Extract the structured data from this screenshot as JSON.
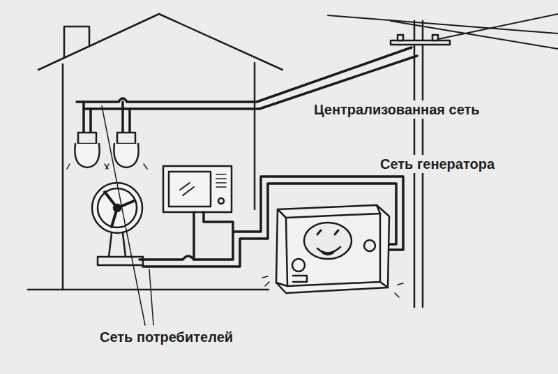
{
  "diagram": {
    "labels": [
      "Централизованная сеть",
      "Сеть генератора",
      "Сеть потребителей"
    ]
  }
}
